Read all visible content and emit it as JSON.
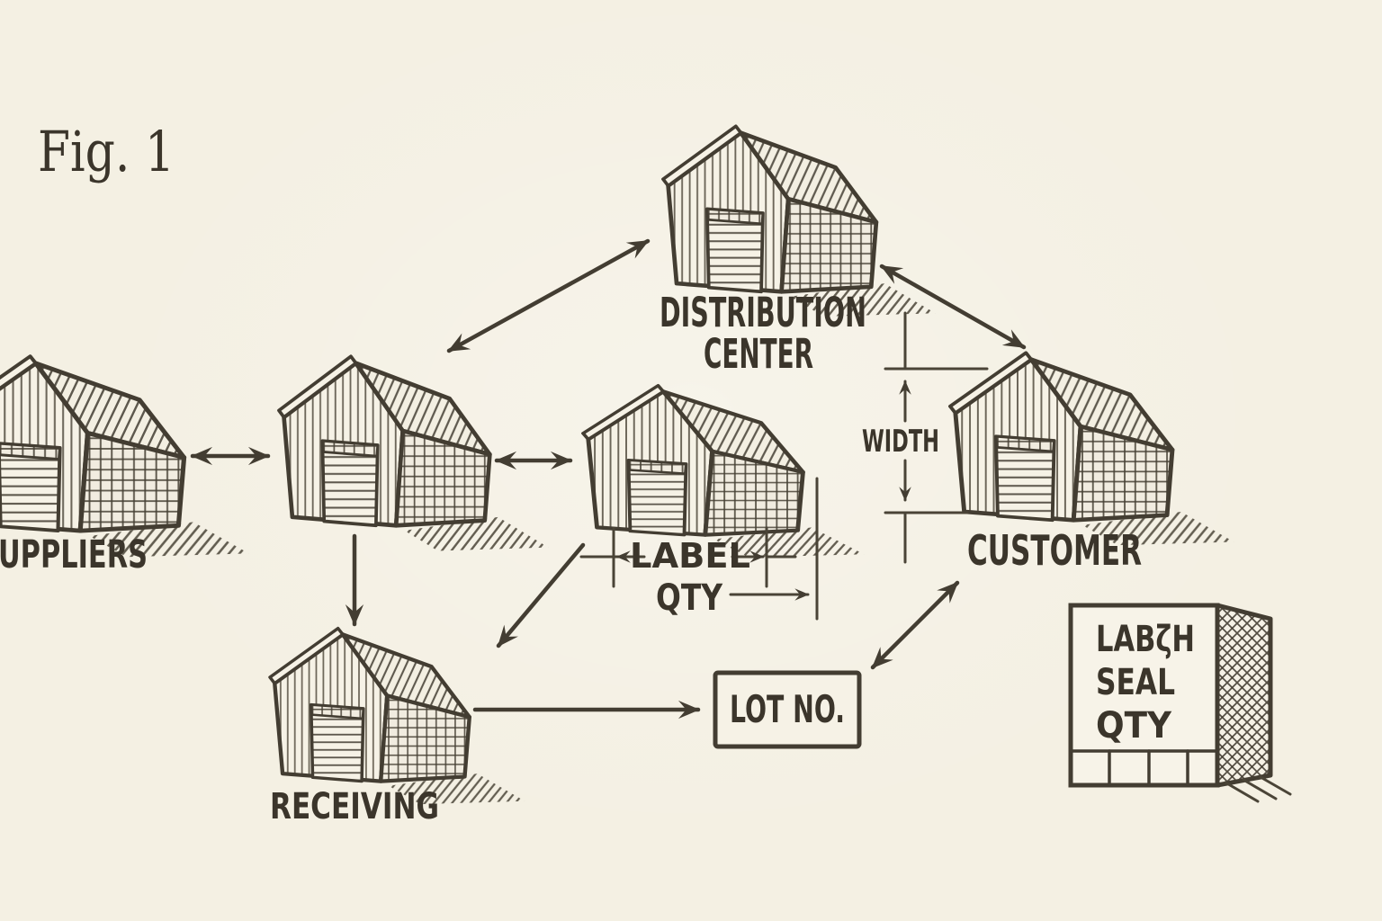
{
  "figure_label": "Fig. 1",
  "colors": {
    "background": "#f4f0e3",
    "ink": "#433d32",
    "text": "#3b352b"
  },
  "nodes": {
    "suppliers": {
      "label": "UPPLIERS"
    },
    "distribution_center": {
      "line1": "DISTRIBUTION",
      "line2": "CENTER"
    },
    "customer": {
      "label": "CUSTOMER"
    },
    "receiving": {
      "label": "RECEIVING"
    },
    "lot_no": {
      "label": "LOT NO."
    }
  },
  "dims": {
    "label": "LABEL",
    "qty": "QTY",
    "width": "WIDTH"
  },
  "card": {
    "line1": "LABζH",
    "line2": "SEAL",
    "line3": "QTY"
  },
  "connections": [
    {
      "from": "suppliers",
      "to": "warehouse",
      "style": "double-arrow"
    },
    {
      "from": "warehouse",
      "to": "distribution-center",
      "style": "double-arrow"
    },
    {
      "from": "warehouse",
      "to": "staging-warehouse",
      "style": "double-arrow"
    },
    {
      "from": "distribution-center",
      "to": "customer",
      "style": "double-arrow"
    },
    {
      "from": "warehouse",
      "to": "receiving",
      "style": "single-arrow"
    },
    {
      "from": "staging-warehouse",
      "to": "receiving",
      "style": "single-arrow"
    },
    {
      "from": "receiving",
      "to": "lot-no",
      "style": "single-arrow"
    },
    {
      "from": "lot-no",
      "to": "customer",
      "style": "double-arrow"
    }
  ]
}
